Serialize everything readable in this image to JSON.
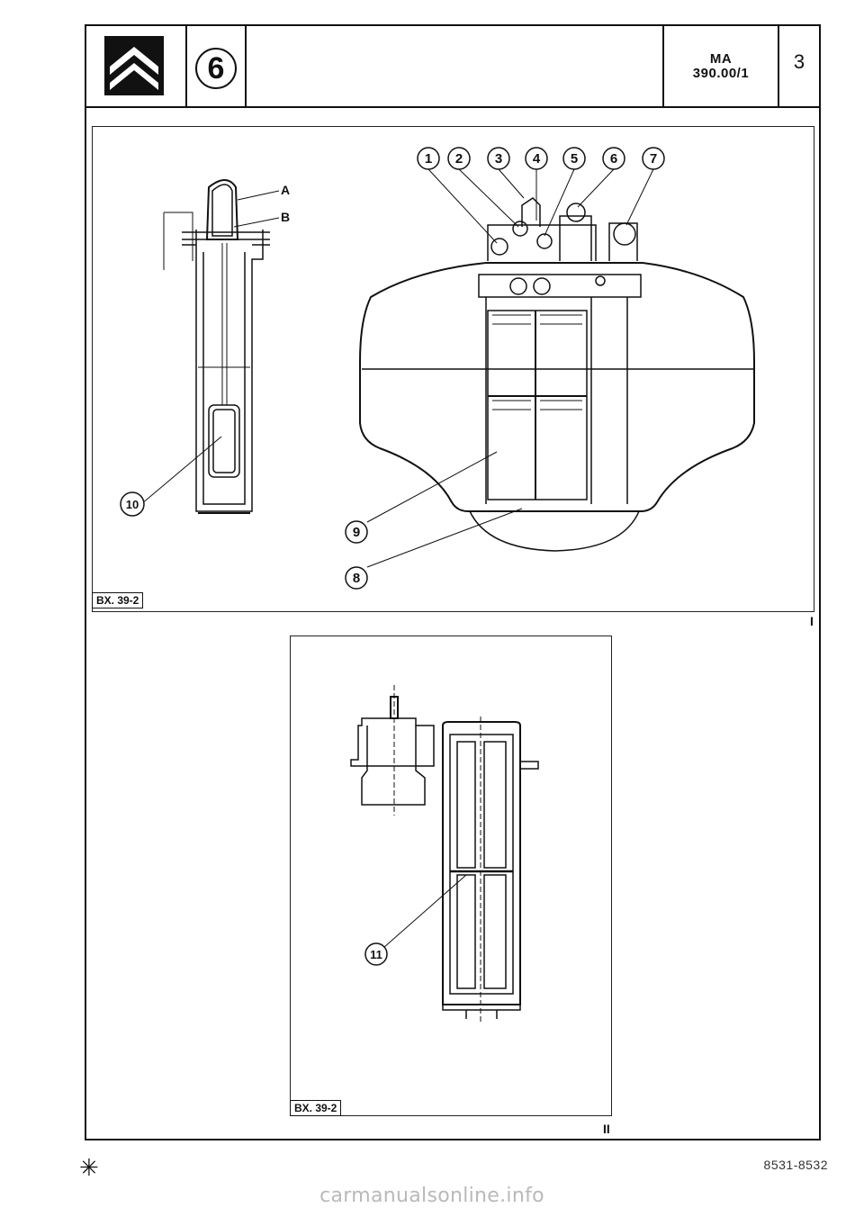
{
  "header": {
    "section_number": "6",
    "ref_line1": "MA",
    "ref_line2": "390.00/1",
    "page_number": "3"
  },
  "figure1": {
    "tag": "BX. 39-2",
    "roman": "I",
    "callouts": [
      "1",
      "2",
      "3",
      "4",
      "5",
      "6",
      "7",
      "8",
      "9",
      "10"
    ],
    "letters": [
      "A",
      "B"
    ]
  },
  "figure2": {
    "tag": "BX. 39-2",
    "roman": "II",
    "callouts": [
      "11"
    ]
  },
  "footer": {
    "star": "✳",
    "code": "8531-8532",
    "watermark": "carmanualsonline.info"
  },
  "icons": [
    "citroen-logo-icon"
  ]
}
